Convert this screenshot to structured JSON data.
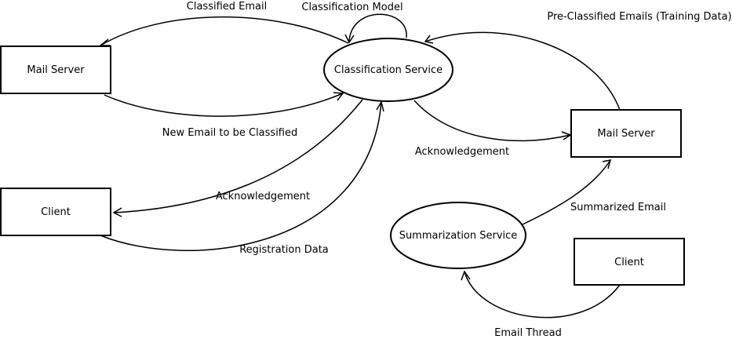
{
  "nodes": {
    "mail_server_left": "Mail Server",
    "classification_service": "Classification Service",
    "client_left": "Client",
    "mail_server_right": "Mail Server",
    "summarization_service": "Summarization Service",
    "client_right": "Client"
  },
  "edges": {
    "classified_email": "Classified Email",
    "classification_model": "Classification Model",
    "pre_classified_emails": "Pre-Classified Emails (Training Data)",
    "new_email": "New Email to be Classified",
    "acknowledgement_right": "Acknowledgement",
    "acknowledgement_left": "Acknowledgement",
    "registration_data": "Registration Data",
    "summarized_email": "Summarized Email",
    "email_thread": "Email Thread"
  }
}
